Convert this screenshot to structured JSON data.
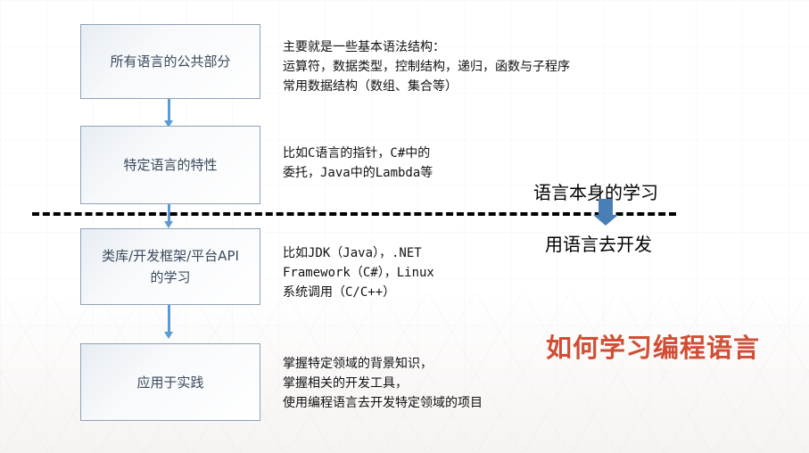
{
  "title": "如何学习编程语言",
  "title_color": "#d04e34",
  "arrow_color": "#5b9bd5",
  "flow": [
    {
      "box": [
        "所有语言的公共部分"
      ],
      "description": [
        "主要就是一些基本语法结构：",
        "运算符，数据类型，控制结构，递归，函数与子程序",
        "常用数据结构（数组、集合等）"
      ]
    },
    {
      "box": [
        "特定语言的特性"
      ],
      "description": [
        "比如C语言的指针，C#中的",
        "委托，Java中的Lambda等"
      ]
    },
    {
      "box": [
        "类库/开发框架/平台API",
        "的学习"
      ],
      "description": [
        "比如JDK（Java），.NET",
        "Framework（C#），Linux",
        "系统调用（C/C++）"
      ]
    },
    {
      "box": [
        "应用于实践"
      ],
      "description": [
        "掌握特定领域的背景知识，",
        "掌握相关的开发工具，",
        "使用编程语言去开发特定领域的项目"
      ]
    }
  ],
  "divider": {
    "above_label": "语言本身的学习",
    "below_label": "用语言去开发"
  }
}
